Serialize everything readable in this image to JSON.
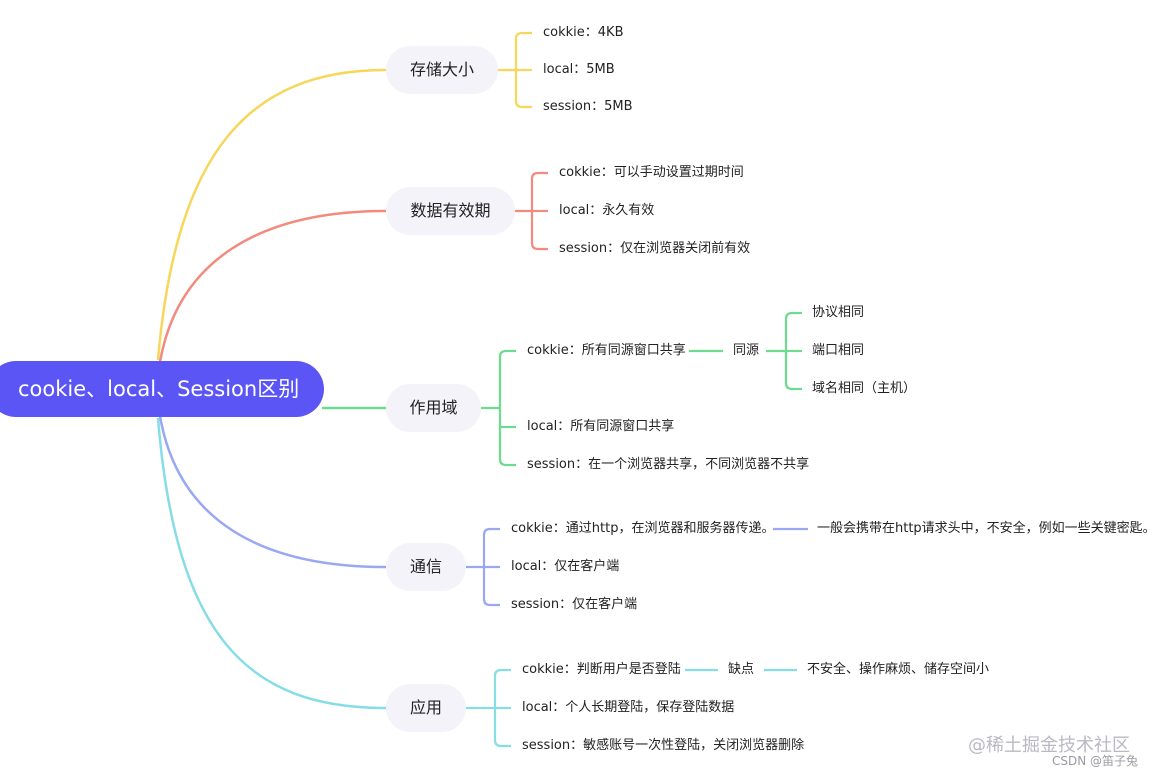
{
  "root": {
    "label": "cookie、local、Session区别"
  },
  "branches": [
    {
      "label": "存储大小",
      "color": "#f7d75a",
      "items": [
        {
          "text": "cokkie：4KB"
        },
        {
          "text": "local：5MB"
        },
        {
          "text": "session：5MB"
        }
      ]
    },
    {
      "label": "数据有效期",
      "color": "#f28b7e",
      "items": [
        {
          "text": "cokkie：可以手动设置过期时间"
        },
        {
          "text": "local：永久有效"
        },
        {
          "text": "session：仅在浏览器关闭前有效"
        }
      ]
    },
    {
      "label": "作用域",
      "color": "#6ddc8f",
      "items": [
        {
          "text": "cokkie：所有同源窗口共享",
          "child": "同源",
          "grandchildren": [
            "协议相同",
            "端口相同",
            "域名相同（主机）"
          ]
        },
        {
          "text": "local：所有同源窗口共享"
        },
        {
          "text": "session：在一个浏览器共享，不同浏览器不共享"
        }
      ]
    },
    {
      "label": "通信",
      "color": "#9aa7f2",
      "items": [
        {
          "text": "cokkie：通过http，在浏览器和服务器传递。",
          "child": "一般会携带在http请求头中，不安全，例如一些关键密匙。"
        },
        {
          "text": "local：仅在客户端"
        },
        {
          "text": "session：仅在客户端"
        }
      ]
    },
    {
      "label": "应用",
      "color": "#86dde6",
      "items": [
        {
          "text": "cokkie：判断用户是否登陆",
          "child": "缺点",
          "grandchild": "不安全、操作麻烦、储存空间小"
        },
        {
          "text": "local：个人长期登陆，保存登陆数据"
        },
        {
          "text": "session：敏感账号一次性登陆，关闭浏览器删除"
        }
      ]
    }
  ],
  "watermark": "@稀土掘金技术社区",
  "credit": "CSDN @笛子兔"
}
